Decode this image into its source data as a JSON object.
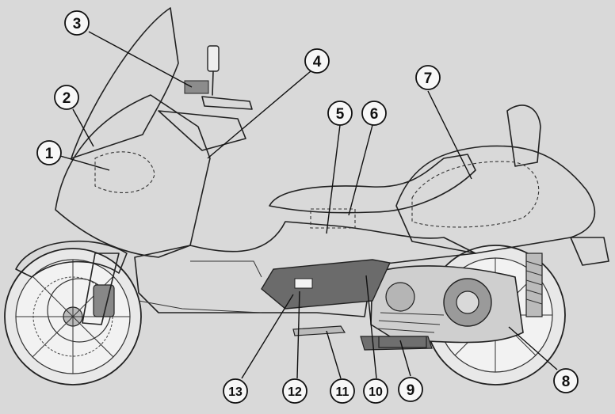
{
  "colors": {
    "background": "#d9d9d9",
    "body_fill": "#e4e4e4",
    "highlight_dark": "#6b6b6b",
    "highlight_mid": "#8c8c8c",
    "line": "#222222"
  },
  "callouts": [
    {
      "label": "1"
    },
    {
      "label": "2"
    },
    {
      "label": "3"
    },
    {
      "label": "4"
    },
    {
      "label": "5"
    },
    {
      "label": "6"
    },
    {
      "label": "7"
    },
    {
      "label": "8"
    },
    {
      "label": "9"
    },
    {
      "label": "10"
    },
    {
      "label": "11"
    },
    {
      "label": "12"
    },
    {
      "label": "13"
    }
  ]
}
